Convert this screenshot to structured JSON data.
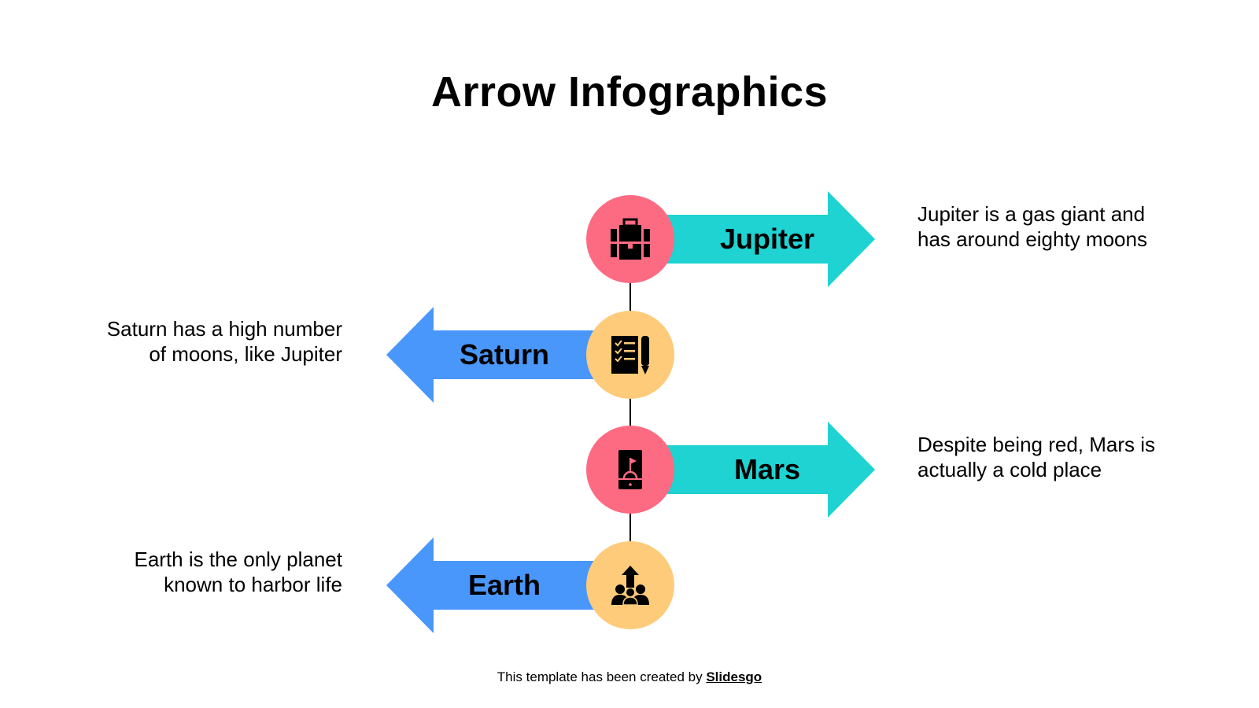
{
  "title": "Arrow Infographics",
  "colors": {
    "arrow_right": "#1ed3d2",
    "arrow_left": "#4a97fb",
    "circle_pink": "#fd6b83",
    "circle_yellow": "#fdcb7a"
  },
  "items": [
    {
      "label": "Jupiter",
      "direction": "right",
      "icon": "briefcase-icon",
      "circle_color": "#fd6b83",
      "description": "Jupiter is a gas giant and has around eighty moons"
    },
    {
      "label": "Saturn",
      "direction": "left",
      "icon": "checklist-pencil-icon",
      "circle_color": "#fdcb7a",
      "description": "Saturn has a high number of moons, like Jupiter"
    },
    {
      "label": "Mars",
      "direction": "right",
      "icon": "mobile-flag-icon",
      "circle_color": "#fd6b83",
      "description": "Despite being red, Mars is actually a cold place"
    },
    {
      "label": "Earth",
      "direction": "left",
      "icon": "team-growth-icon",
      "circle_color": "#fdcb7a",
      "description": "Earth is the only planet known to harbor life"
    }
  ],
  "footer": {
    "text": "This template has been created by ",
    "link": "Slidesgo"
  }
}
